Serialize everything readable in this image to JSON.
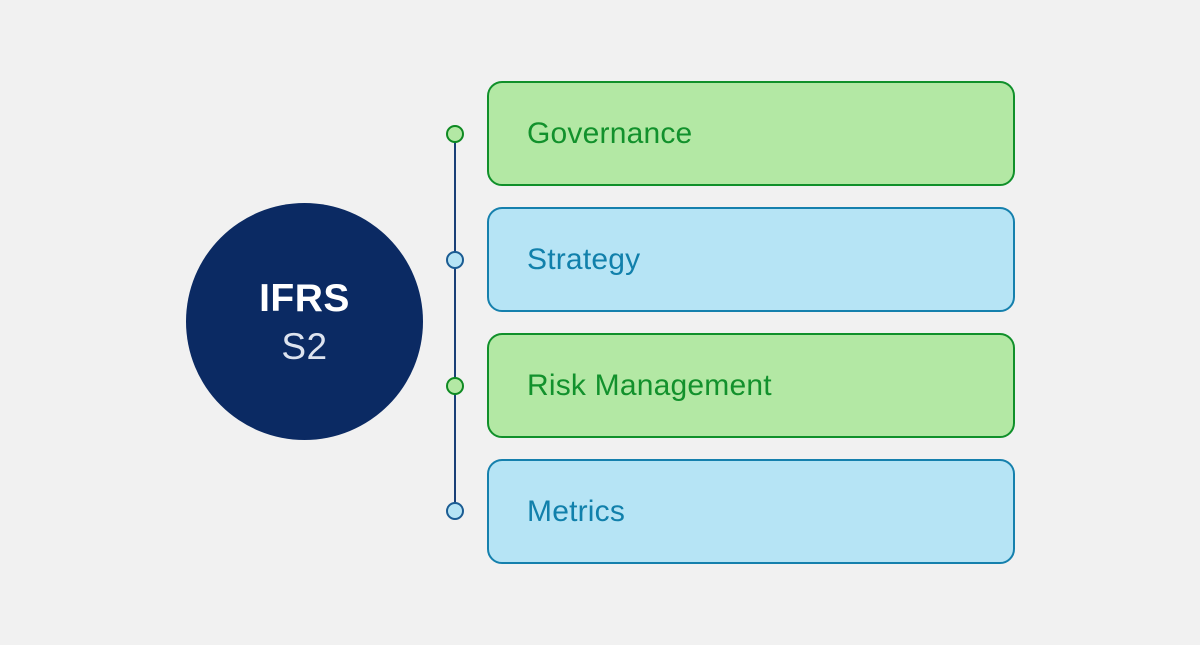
{
  "diagram": {
    "background_color": "#f1f1f1",
    "hub": {
      "line_1": "IFRS",
      "line_2": "S2",
      "fill_color": "#0b2a63",
      "line_1_color": "#ffffff",
      "line_2_color": "#dde3ef"
    },
    "connector": {
      "line_color": "#1a3f77"
    },
    "pillars": [
      {
        "label": "Governance",
        "variant": "green",
        "fill_color": "#b3e8a4",
        "border_color": "#10902a",
        "text_color": "#12912c"
      },
      {
        "label": "Strategy",
        "variant": "blue",
        "fill_color": "#b6e4f5",
        "border_color": "#1580ad",
        "text_color": "#1180ab"
      },
      {
        "label": "Risk Management",
        "variant": "green",
        "fill_color": "#b3e8a4",
        "border_color": "#10902a",
        "text_color": "#12912c"
      },
      {
        "label": "Metrics",
        "variant": "blue",
        "fill_color": "#b6e4f5",
        "border_color": "#1580ad",
        "text_color": "#1180ab"
      }
    ]
  }
}
